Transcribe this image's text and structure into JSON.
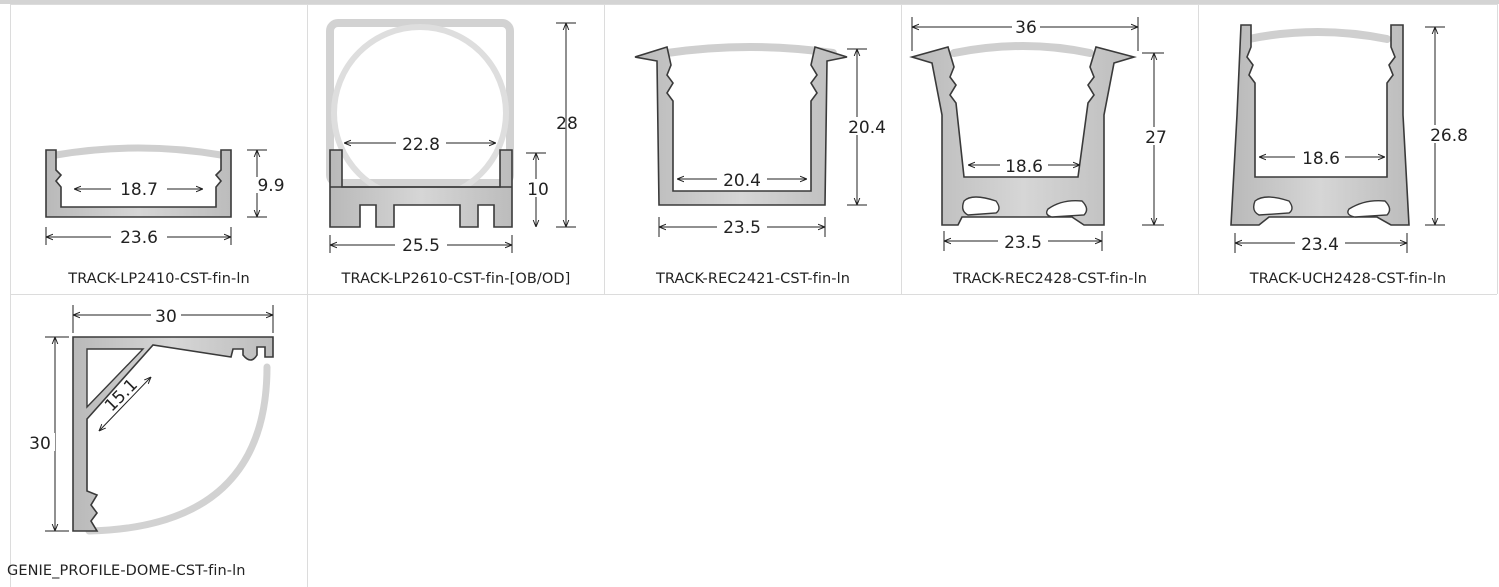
{
  "profiles": [
    {
      "name": "TRACK-LP2410-CST-fin-ln",
      "dims": {
        "inner_width": "18.7",
        "height": "9.9",
        "outer_width": "23.6"
      }
    },
    {
      "name": "TRACK-LP2610-CST-fin-[OB/OD]",
      "dims": {
        "inner_width": "22.8",
        "total_height": "28",
        "base_height": "10",
        "outer_width": "25.5"
      }
    },
    {
      "name": "TRACK-REC2421-CST-fin-ln",
      "dims": {
        "height": "20.4",
        "inner_width": "20.4",
        "outer_width": "23.5"
      }
    },
    {
      "name": "TRACK-REC2428-CST-fin-ln",
      "dims": {
        "top_width": "36",
        "height": "27",
        "inner_width": "18.6",
        "outer_width": "23.5"
      }
    },
    {
      "name": "TRACK-UCH2428-CST-fin-ln",
      "dims": {
        "height": "26.8",
        "inner_width": "18.6",
        "outer_width": "23.4"
      }
    },
    {
      "name": "GENIE_PROFILE-DOME-CST-fin-ln",
      "dims": {
        "width": "30",
        "height": "30",
        "diagonal": "15.1"
      }
    }
  ]
}
